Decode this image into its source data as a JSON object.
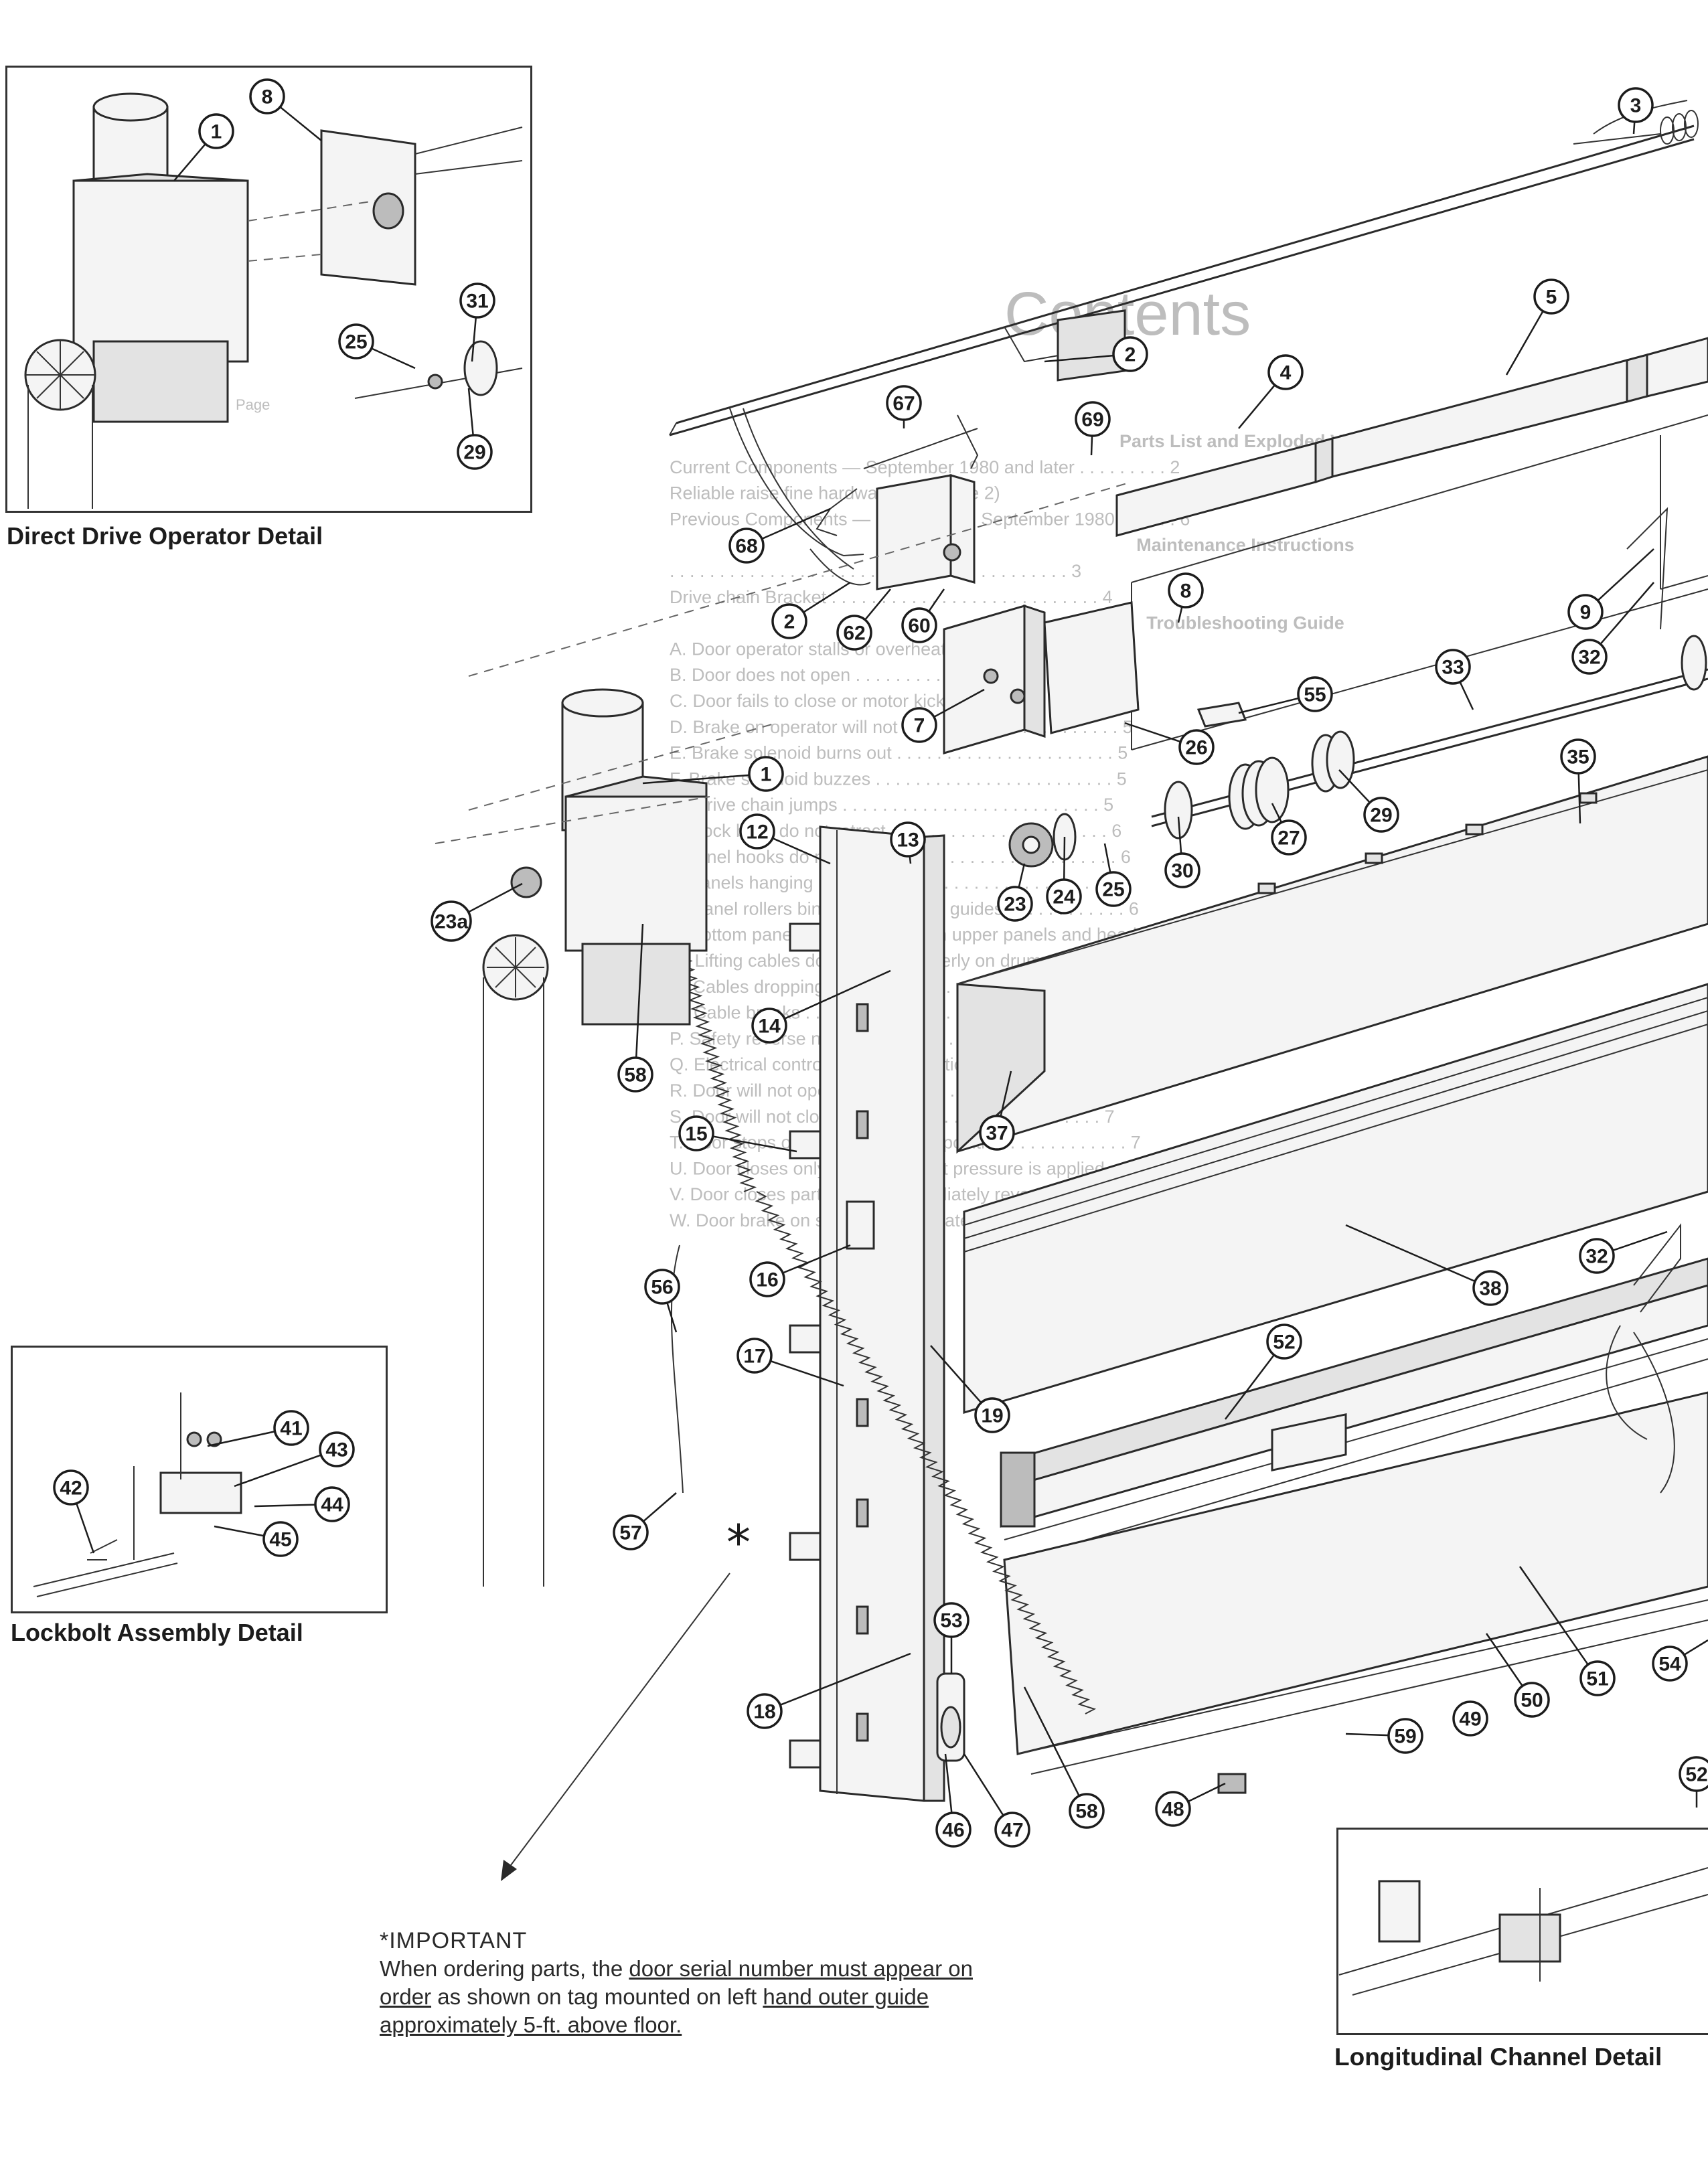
{
  "captions": {
    "direct_drive": "Direct Drive Operator Detail",
    "lockbolt": "Lockbolt Assembly Detail",
    "longitudinal": "Longitudinal Channel Detail"
  },
  "note": {
    "heading": "*IMPORTANT",
    "text_a": "When ordering parts, the ",
    "text_b": "door serial number must appear on order",
    "text_c": " as shown on tag mounted on left ",
    "text_d": "hand outer guide approximately 5-ft. above floor.",
    "asterisk": "*"
  },
  "ghost_contents": {
    "title": "Contents",
    "page_label": "Page",
    "lines": [
      "Parts List and Exploded View",
      "Current Components — September 1980 and later . . . . . . . . . 2",
      "Reliable raise fine hardware (see page 2)",
      "Previous Components — Door prior to September 1980 . . . . . . 6",
      "Maintenance Instructions",
      ". . . . . . . . . . . . . . . . . . . . . . . . . . . . . . . . . . . . . . . . 3",
      "Drive chain Bracket . . . . . . . . . . . . . . . . . . . . . . . . . . . 4",
      "Troubleshooting Guide",
      "A. Door operator stalls or overheats . . . . . . . . . . . . . . . . 5",
      "B. Door does not open . . . . . . . . . . . . . . . . . . . . . . . . . . 5",
      "C. Door fails to close or motor kicks out . . . . . . . . . . . . . . 5",
      "D. Brake on operator will not hold . . . . . . . . . . . . . . . . . . 5",
      "E. Brake solenoid burns out . . . . . . . . . . . . . . . . . . . . . . 5",
      "F. Brake solenoid buzzes . . . . . . . . . . . . . . . . . . . . . . . . 5",
      "G. Drive chain jumps . . . . . . . . . . . . . . . . . . . . . . . . . . 5",
      "H. Lock bolts do not retract . . . . . . . . . . . . . . . . . . . . . . 6",
      "I. Panel hooks do not engage . . . . . . . . . . . . . . . . . . . . . 6",
      "J. Panels hanging up . . . . . . . . . . . . . . . . . . . . . . . . . . . 6",
      "K. Panel rollers binding or jumping guides . . . . . . . . . . . . 6",
      "L. Bottom panel out of parallel with upper panels and headerbox 6",
      "M. Lifting cables do not track properly on drum . . . . . . . . . 6",
      "N. Cables dropping out of drum . . . . . . . . . . . . . . . . . . . . 6",
      "O. Cable breaks . . . . . . . . . . . . . . . . . . . . . . . . . . . . . . 7",
      "P. Safety reverse not working . . . . . . . . . . . . . . . . . . . . . 7",
      "Q. Electrical control for door operation . . . . . . . . . . . . . . 7",
      "R. Door will not open fully . . . . . . . . . . . . . . . . . . . . . . . 7",
      "S. Door will not close . . . . . . . . . . . . . . . . . . . . . . . . . . 7",
      "T. Door stops or reverses in close position . . . . . . . . . . . . 7",
      "U. Door closes only when constant pressure is applied on close-button 7",
      "V. Door closes partially and immediately reverses . . . . . . . 7",
      "W. Door brake on safety stop activated . . . . . . . . . . . . . . 8"
    ]
  },
  "callouts": [
    {
      "id": "dd-1",
      "label": "1"
    },
    {
      "id": "dd-8",
      "label": "8"
    },
    {
      "id": "dd-25",
      "label": "25"
    },
    {
      "id": "dd-31",
      "label": "31"
    },
    {
      "id": "dd-29",
      "label": "29"
    },
    {
      "id": "c-3",
      "label": "3"
    },
    {
      "id": "c-2a",
      "label": "2"
    },
    {
      "id": "c-5",
      "label": "5"
    },
    {
      "id": "c-4",
      "label": "4"
    },
    {
      "id": "c-67",
      "label": "67"
    },
    {
      "id": "c-69",
      "label": "69"
    },
    {
      "id": "c-68",
      "label": "68"
    },
    {
      "id": "c-2b",
      "label": "2"
    },
    {
      "id": "c-62",
      "label": "62"
    },
    {
      "id": "c-60",
      "label": "60"
    },
    {
      "id": "c-8",
      "label": "8"
    },
    {
      "id": "c-9",
      "label": "9"
    },
    {
      "id": "c-32a",
      "label": "32"
    },
    {
      "id": "c-33",
      "label": "33"
    },
    {
      "id": "c-55",
      "label": "55"
    },
    {
      "id": "c-7",
      "label": "7"
    },
    {
      "id": "c-26",
      "label": "26"
    },
    {
      "id": "c-35",
      "label": "35"
    },
    {
      "id": "c-29",
      "label": "29"
    },
    {
      "id": "c-27",
      "label": "27"
    },
    {
      "id": "c-30",
      "label": "30"
    },
    {
      "id": "c-25",
      "label": "25"
    },
    {
      "id": "c-24",
      "label": "24"
    },
    {
      "id": "c-23",
      "label": "23"
    },
    {
      "id": "c-1",
      "label": "1"
    },
    {
      "id": "c-12",
      "label": "12"
    },
    {
      "id": "c-13",
      "label": "13"
    },
    {
      "id": "c-23a",
      "label": "23a"
    },
    {
      "id": "c-14",
      "label": "14"
    },
    {
      "id": "c-58a",
      "label": "58"
    },
    {
      "id": "c-37",
      "label": "37"
    },
    {
      "id": "c-15",
      "label": "15"
    },
    {
      "id": "c-38",
      "label": "38"
    },
    {
      "id": "c-32b",
      "label": "32"
    },
    {
      "id": "c-16",
      "label": "16"
    },
    {
      "id": "c-56",
      "label": "56"
    },
    {
      "id": "c-52a",
      "label": "52"
    },
    {
      "id": "c-17",
      "label": "17"
    },
    {
      "id": "c-19",
      "label": "19"
    },
    {
      "id": "c-41",
      "label": "41"
    },
    {
      "id": "c-43",
      "label": "43"
    },
    {
      "id": "c-42",
      "label": "42"
    },
    {
      "id": "c-44",
      "label": "44"
    },
    {
      "id": "c-45",
      "label": "45"
    },
    {
      "id": "c-57",
      "label": "57"
    },
    {
      "id": "c-53",
      "label": "53"
    },
    {
      "id": "c-51",
      "label": "51"
    },
    {
      "id": "c-54",
      "label": "54"
    },
    {
      "id": "c-50",
      "label": "50"
    },
    {
      "id": "c-18",
      "label": "18"
    },
    {
      "id": "c-49",
      "label": "49"
    },
    {
      "id": "c-59",
      "label": "59"
    },
    {
      "id": "c-52b",
      "label": "52"
    },
    {
      "id": "c-46",
      "label": "46"
    },
    {
      "id": "c-47",
      "label": "47"
    },
    {
      "id": "c-58b",
      "label": "58"
    },
    {
      "id": "c-48",
      "label": "48"
    }
  ]
}
